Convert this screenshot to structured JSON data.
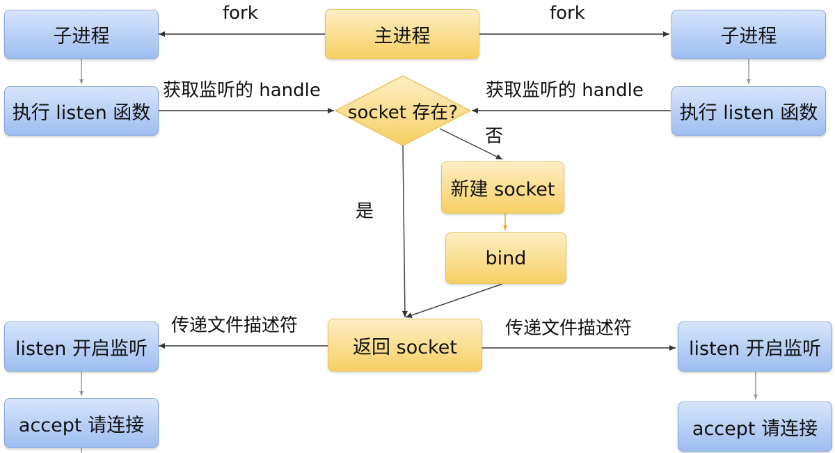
{
  "nodes": {
    "main_process": "主进程",
    "child_left": "子进程",
    "child_right": "子进程",
    "listen_fn_left": "执行 listen 函数",
    "listen_fn_right": "执行 listen 函数",
    "decision": "socket 存在?",
    "new_socket": "新建 socket",
    "bind": "bind",
    "return_socket": "返回 socket",
    "listen_start_left": "listen 开启监听",
    "listen_start_right": "listen 开启监听",
    "accept_left": "accept 请连接",
    "accept_right": "accept 请连接"
  },
  "edges": {
    "fork_left": "fork",
    "fork_right": "fork",
    "get_handle_left": "获取监听的 handle",
    "get_handle_right": "获取监听的 handle",
    "no": "否",
    "yes": "是",
    "pass_fd_left": "传递文件描述符",
    "pass_fd_right": "传递文件描述符"
  },
  "colors": {
    "process_box": "#9dbdf0",
    "main_flow_box": "#f7cf63",
    "arrow": "#444444"
  }
}
